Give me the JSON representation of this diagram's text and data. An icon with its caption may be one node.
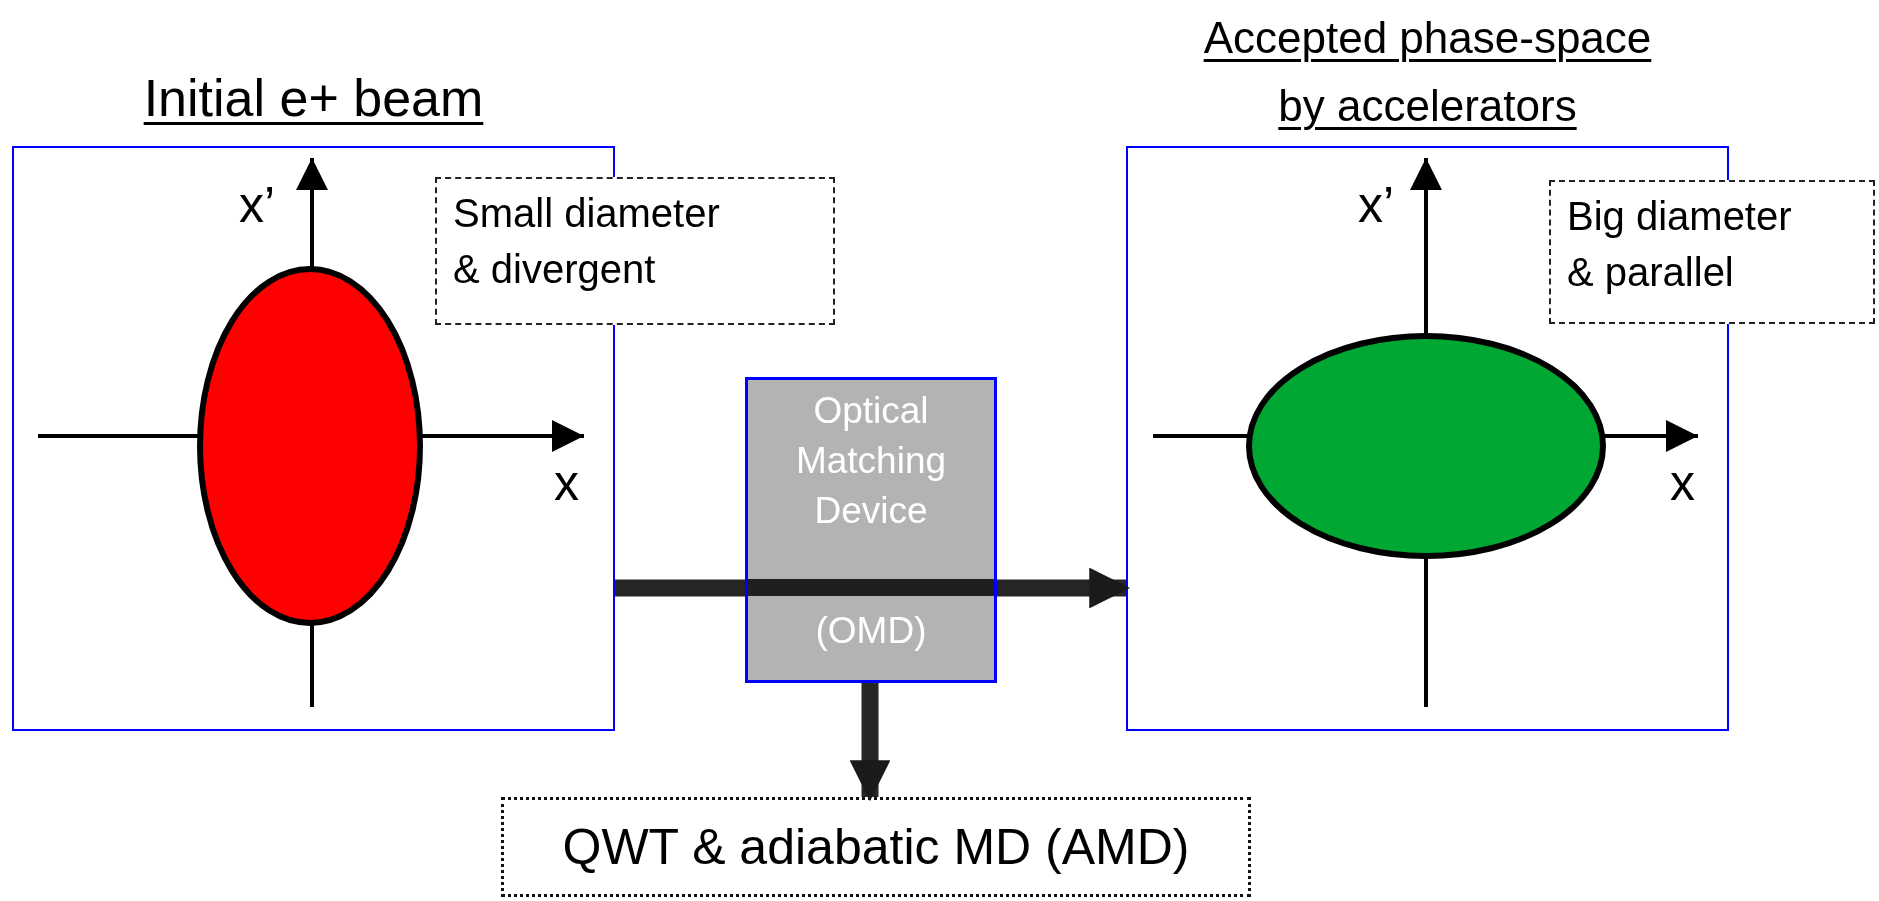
{
  "diagram": {
    "nodes": [
      {
        "text": [
          "Initial e+ beam"
        ]
      },
      {
        "text": [
          "Small diameter & divergent"
        ]
      },
      {
        "text": [
          "Optical Matching Device",
          "(OMD)"
        ]
      },
      {
        "text": [
          "Accepted phase-space by accelerators"
        ]
      },
      {
        "text": [
          "Big diameter & parallel"
        ]
      },
      {
        "text": [
          "QWT & adiabatic MD (AMD)"
        ]
      }
    ],
    "edges": [
      {
        "from": 0,
        "to": 2,
        "arrow": "none"
      },
      {
        "from": 2,
        "to": 3,
        "arrow": "to"
      },
      {
        "from": 2,
        "to": 5,
        "arrow": "to"
      }
    ],
    "labels": [
      "x’",
      "x",
      "x’",
      "x"
    ]
  }
}
